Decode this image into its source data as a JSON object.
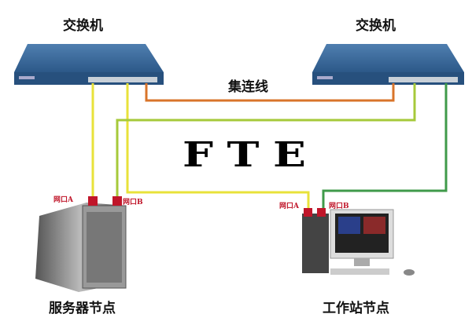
{
  "switch_left": {
    "label": "交换机"
  },
  "switch_right": {
    "label": "交换机"
  },
  "trunk": {
    "label": "集连线"
  },
  "protocol": {
    "label": "FTE"
  },
  "server": {
    "label": "服务器节点",
    "port_a": "网口A",
    "port_b": "网口B"
  },
  "workstation": {
    "label": "工作站节点",
    "port_a": "网口A",
    "port_b": "网口B"
  },
  "colors": {
    "switch": "#2f5f8f",
    "yellow": "#e8e23a",
    "orange": "#d9742a",
    "yellowgreen": "#a6c93a",
    "green": "#3f9a4a",
    "port": "#c0162a"
  }
}
